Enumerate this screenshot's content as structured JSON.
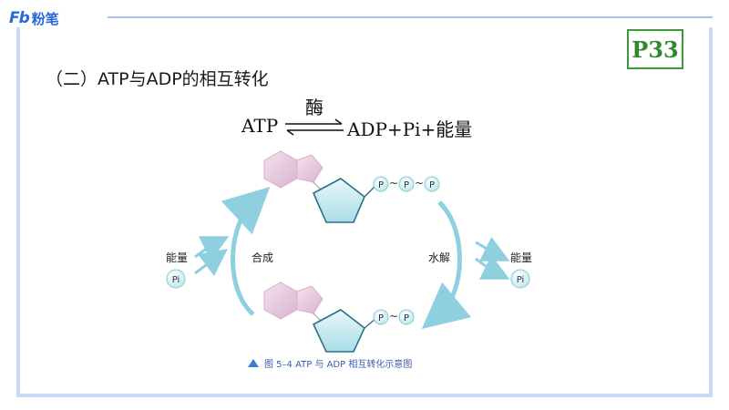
{
  "brand": {
    "logo_mark": "Fb",
    "name": "粉笔"
  },
  "page_label": "P33",
  "section_title": "（二）ATP与ADP的相互转化",
  "equation": {
    "left": "ATP",
    "catalyst": "酶",
    "right": "ADP+Pi+能量"
  },
  "diagram": {
    "phosphate_label": "P",
    "tilde": "~",
    "left_inputs": {
      "energy": "能量",
      "pi": "Pi"
    },
    "right_outputs": {
      "energy": "能量",
      "pi": "Pi"
    },
    "synthesis_label": "合成",
    "hydrolysis_label": "水解",
    "caption": "图 5–4   ATP 与 ADP 相互转化示意图"
  },
  "colors": {
    "accent_blue": "#2a67d8",
    "page_green": "#3c9a3a",
    "adenine_pink": "#e6c3dc",
    "ribose_cyan": "#bfe6ee",
    "arrow_blue": "#8fd0e0"
  }
}
